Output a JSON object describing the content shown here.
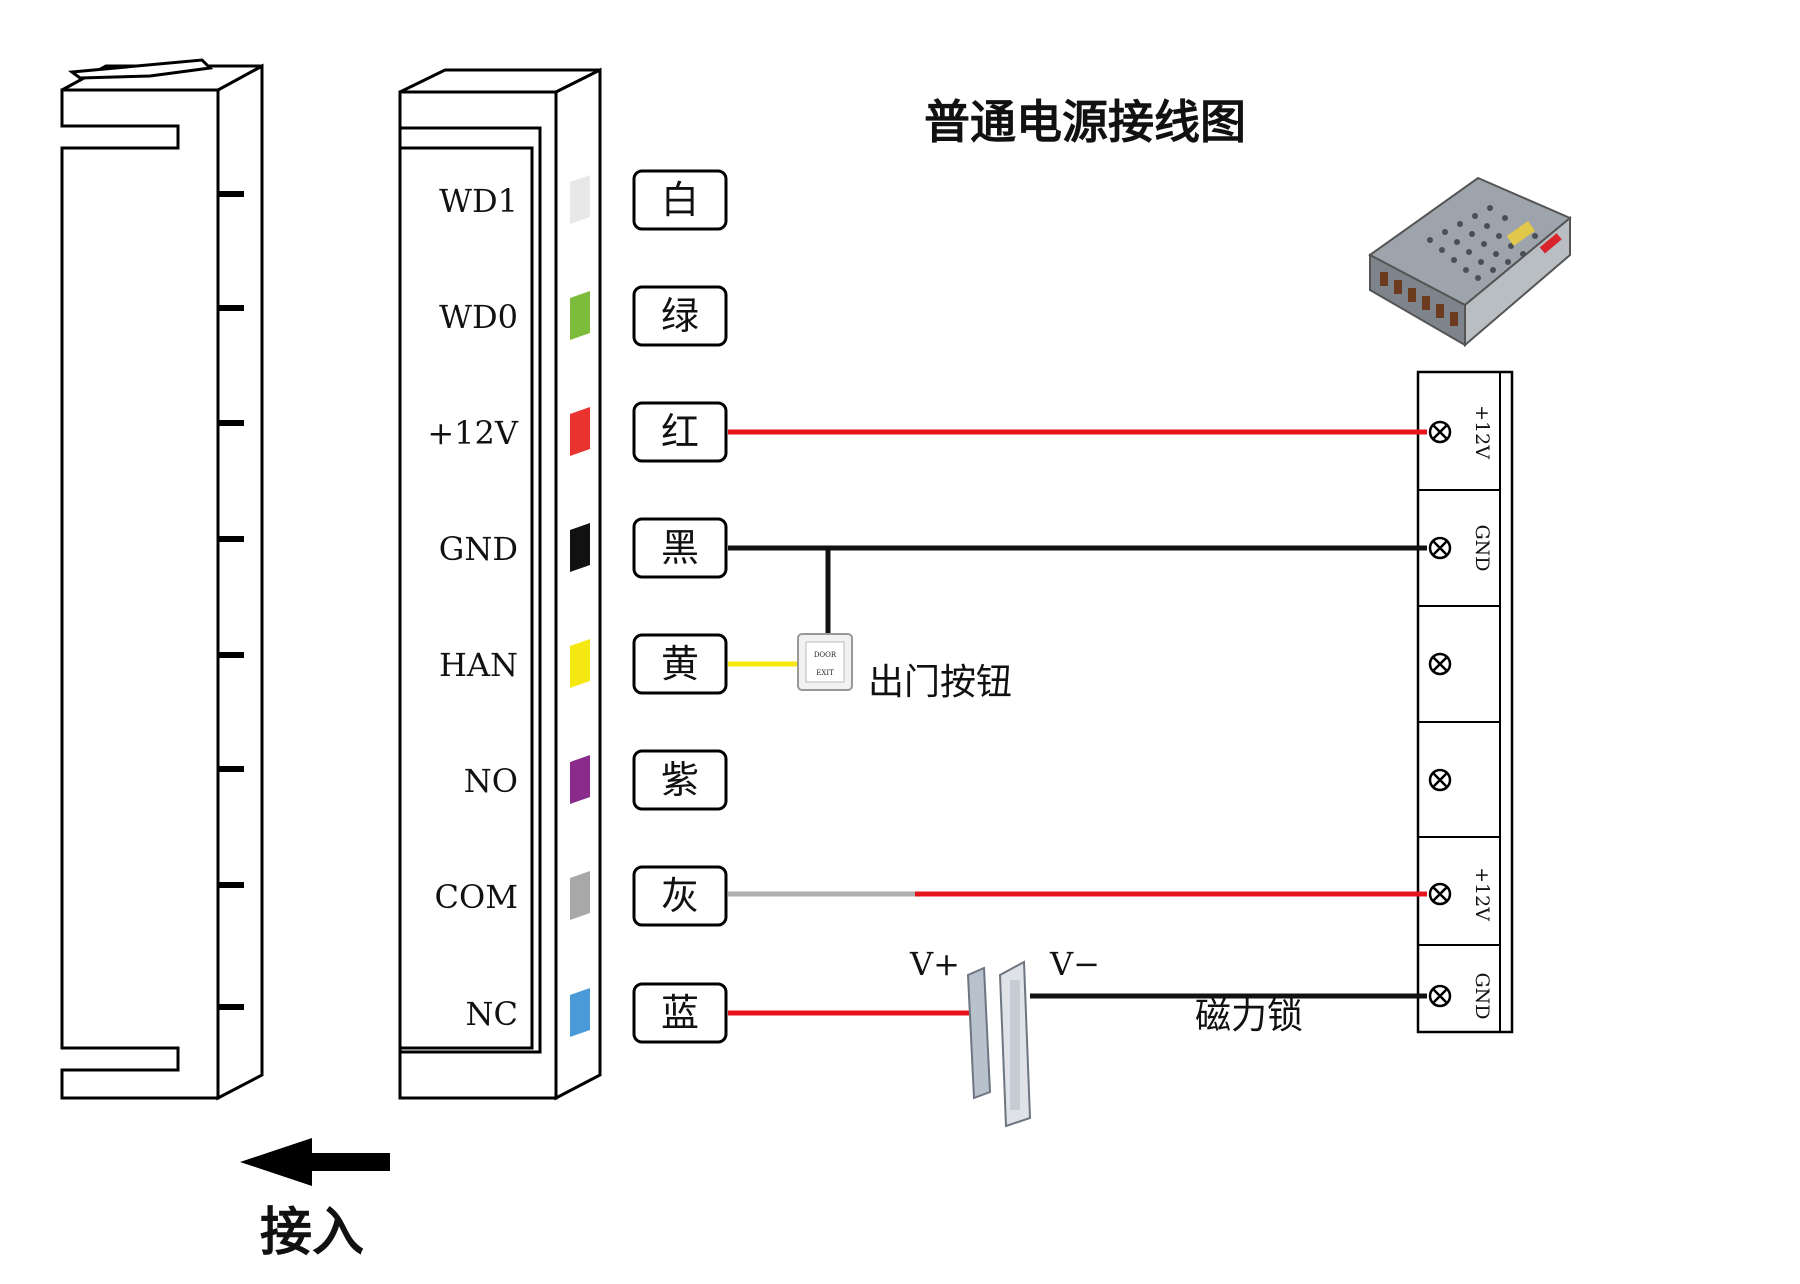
{
  "title": "普通电源接线图",
  "connector_pins": [
    {
      "label": "WD1",
      "swatch": "#e8e8e8",
      "wire_color": "白"
    },
    {
      "label": "WD0",
      "swatch": "#7dbb3a",
      "wire_color": "绿"
    },
    {
      "label": "+12V",
      "swatch": "#e8332f",
      "wire_color": "红"
    },
    {
      "label": "GND",
      "swatch": "#111111",
      "wire_color": "黑"
    },
    {
      "label": "HAN",
      "swatch": "#f5e812",
      "wire_color": "黄"
    },
    {
      "label": "NO",
      "swatch": "#8a2a8a",
      "wire_color": "紫"
    },
    {
      "label": "COM",
      "swatch": "#a8a8a8",
      "wire_color": "灰"
    },
    {
      "label": "NC",
      "swatch": "#4a9ad8",
      "wire_color": "蓝"
    }
  ],
  "terminal_block": {
    "terminals": [
      {
        "label": "+12V"
      },
      {
        "label": "GND"
      },
      {
        "label": ""
      },
      {
        "label": ""
      },
      {
        "label": "+12V"
      },
      {
        "label": "GND"
      }
    ]
  },
  "exit_button": {
    "label": "出门按钮",
    "face_text_1": "DOOR",
    "face_text_2": "EXIT"
  },
  "mag_lock": {
    "label": "磁力锁",
    "v_plus": "V+",
    "v_minus": "V−"
  },
  "insert_label": "接入",
  "colors": {
    "red_wire": "#e8141c",
    "black_wire": "#111111",
    "yellow_wire": "#f5e812",
    "gray_wire": "#b0b0b0"
  }
}
